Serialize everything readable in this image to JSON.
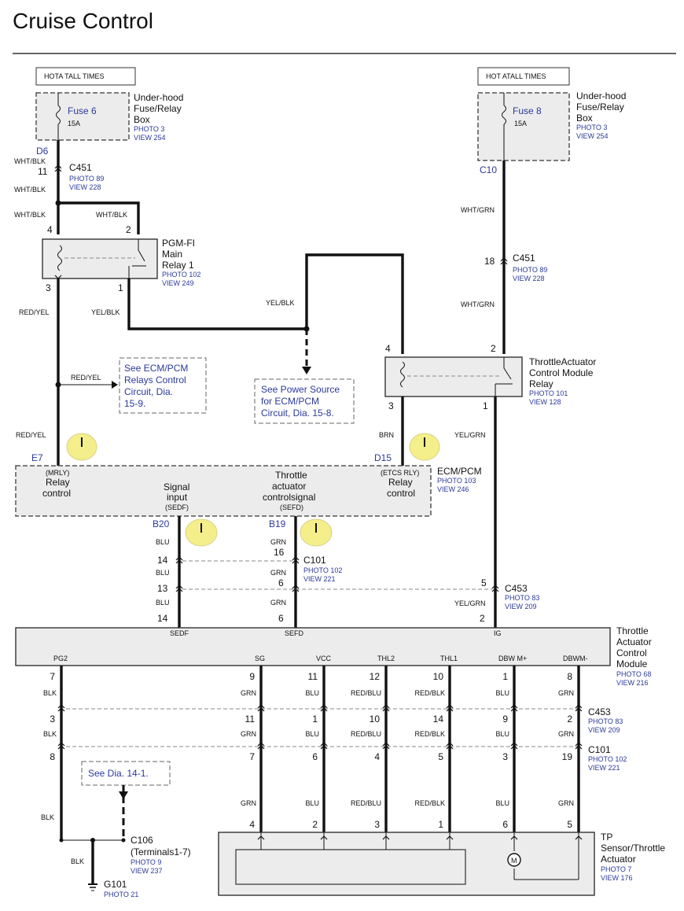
{
  "title": "Cruise Control",
  "fuse_left": {
    "label": "HOTA TALL TIMES",
    "fuse": "Fuse 6",
    "amps": "15A",
    "box1": "Under-hood",
    "box2": "Fuse/Relay",
    "box3": "Box",
    "photo": "PHOTO 3",
    "view": "VIEW 254",
    "pin": "D6"
  },
  "fuse_right": {
    "label": "HOT ATALL TIMES",
    "fuse": "Fuse 8",
    "amps": "15A",
    "box1": "Under-hood",
    "box2": "Fuse/Relay",
    "box3": "Box",
    "photo": "PHOTO 3",
    "view": "VIEW 254",
    "pin": "C10"
  },
  "wires": {
    "wht_blk": "WHT/BLK",
    "wht_grn": "WHT/GRN",
    "red_yel": "RED/YEL",
    "yel_blk": "YEL/BLK",
    "brn": "BRN",
    "yel_grn": "YEL/GRN",
    "blu": "BLU",
    "grn": "GRN",
    "blk": "BLK",
    "red_blu": "RED/BLU",
    "red_blk": "RED/BLK"
  },
  "c451_left": {
    "name": "C451",
    "pin": "11",
    "photo": "PHOTO 89",
    "view": "VIEW 228"
  },
  "c451_right": {
    "name": "C451",
    "pin": "18",
    "photo": "PHOTO 89",
    "view": "VIEW 228"
  },
  "relay1": {
    "l1": "PGM-FI",
    "l2": "Main",
    "l3": "Relay 1",
    "photo": "PHOTO 102",
    "view": "VIEW 249",
    "p4": "4",
    "p2": "2",
    "p3": "3",
    "p1": "1"
  },
  "tac_relay": {
    "l1": "ThrottleActuator",
    "l2": "Control Module",
    "l3": "Relay",
    "photo": "PHOTO 101",
    "view": "VIEW 128",
    "p4": "4",
    "p2": "2",
    "p3": "3",
    "p1": "1"
  },
  "note_ecm_relays": {
    "l1": "See ECM/PCM",
    "l2": "Relays Control",
    "l3": "Circuit,  Dia.",
    "l4": "15-9."
  },
  "note_power": {
    "l1": "See Power Source",
    "l2": "for ECM/PCM",
    "l3": "Circuit,  Dia. 15-8."
  },
  "note_dia": {
    "text": "See Dia.  14-1."
  },
  "ecm": {
    "name": "ECM/PCM",
    "photo": "PHOTO 103",
    "view": "VIEW 246",
    "e7": "E7",
    "d15": "D15",
    "b20": "B20",
    "b19": "B19",
    "mrly": "(MRLY)",
    "relay": "Relay",
    "control": "control",
    "signal": "Signal",
    "input": "input",
    "sedf": "(SEDF)",
    "throttle": "Throttle",
    "actuator": "actuator",
    "ctrlsig": "controlsignal",
    "sefd": "(SEFD)",
    "etcs": "(ETCS RLY)",
    "relay2": "Relay",
    "control2": "control"
  },
  "c101_top": {
    "name": "C101",
    "photo": "PHOTO 102",
    "view": "VIEW 221",
    "pin_a": "14",
    "pin_b": "16",
    "pin_c": "13",
    "pin_d": "6"
  },
  "c453_top": {
    "name": "C453",
    "photo": "PHOTO 83",
    "view": "VIEW 209",
    "pin": "5",
    "pin_below": "2"
  },
  "tacm": {
    "l1": "Throttle",
    "l2": "Actuator",
    "l3": "Control",
    "l4": "Module",
    "photo": "PHOTO 68",
    "view": "VIEW 216",
    "pin_sedf": "14",
    "pin_sefd": "6",
    "sedf": "SEDF",
    "sefd": "SEFD",
    "ig": "IG",
    "terms": [
      "PG2",
      "SG",
      "VCC",
      "THL2",
      "THL1",
      "DBW M+",
      "DBWM-"
    ]
  },
  "bottom_cols": [
    {
      "p1": "7",
      "w1": "BLK",
      "p2": "3",
      "w2": "BLK",
      "p3": "8",
      "w3": "BLK"
    },
    {
      "p1": "9",
      "w1": "GRN",
      "p2": "11",
      "w2": "GRN",
      "p3": "7",
      "w3": "GRN",
      "p4": "4"
    },
    {
      "p1": "11",
      "w1": "BLU",
      "p2": "1",
      "w2": "BLU",
      "p3": "6",
      "w3": "BLU",
      "p4": "2"
    },
    {
      "p1": "12",
      "w1": "RED/BLU",
      "p2": "10",
      "w2": "RED/BLU",
      "p3": "4",
      "w3": "RED/BLU",
      "p4": "3"
    },
    {
      "p1": "10",
      "w1": "RED/BLK",
      "p2": "14",
      "w2": "RED/BLK",
      "p3": "5",
      "w3": "RED/BLK",
      "p4": "1"
    },
    {
      "p1": "1",
      "w1": "BLU",
      "p2": "9",
      "w2": "BLU",
      "p3": "3",
      "w3": "BLU",
      "p4": "6"
    },
    {
      "p1": "8",
      "w1": "GRN",
      "p2": "2",
      "w2": "GRN",
      "p3": "19",
      "w3": "GRN",
      "p4": "5"
    }
  ],
  "c453_bottom": {
    "name": "C453",
    "photo": "PHOTO 83",
    "view": "VIEW 209"
  },
  "c101_bottom": {
    "name": "C101",
    "photo": "PHOTO 102",
    "view": "VIEW 221"
  },
  "c106": {
    "name": "C106",
    "terms": "(Terminals1-7)",
    "photo": "PHOTO 9",
    "view": "VIEW 237"
  },
  "g101": {
    "name": "G101",
    "photo": "PHOTO 21"
  },
  "tps": {
    "l1": "TP",
    "l2": "Sensor/Throttle",
    "l3": "Actuator",
    "photo": "PHOTO 7",
    "view": "VIEW 176",
    "motor": "M"
  }
}
